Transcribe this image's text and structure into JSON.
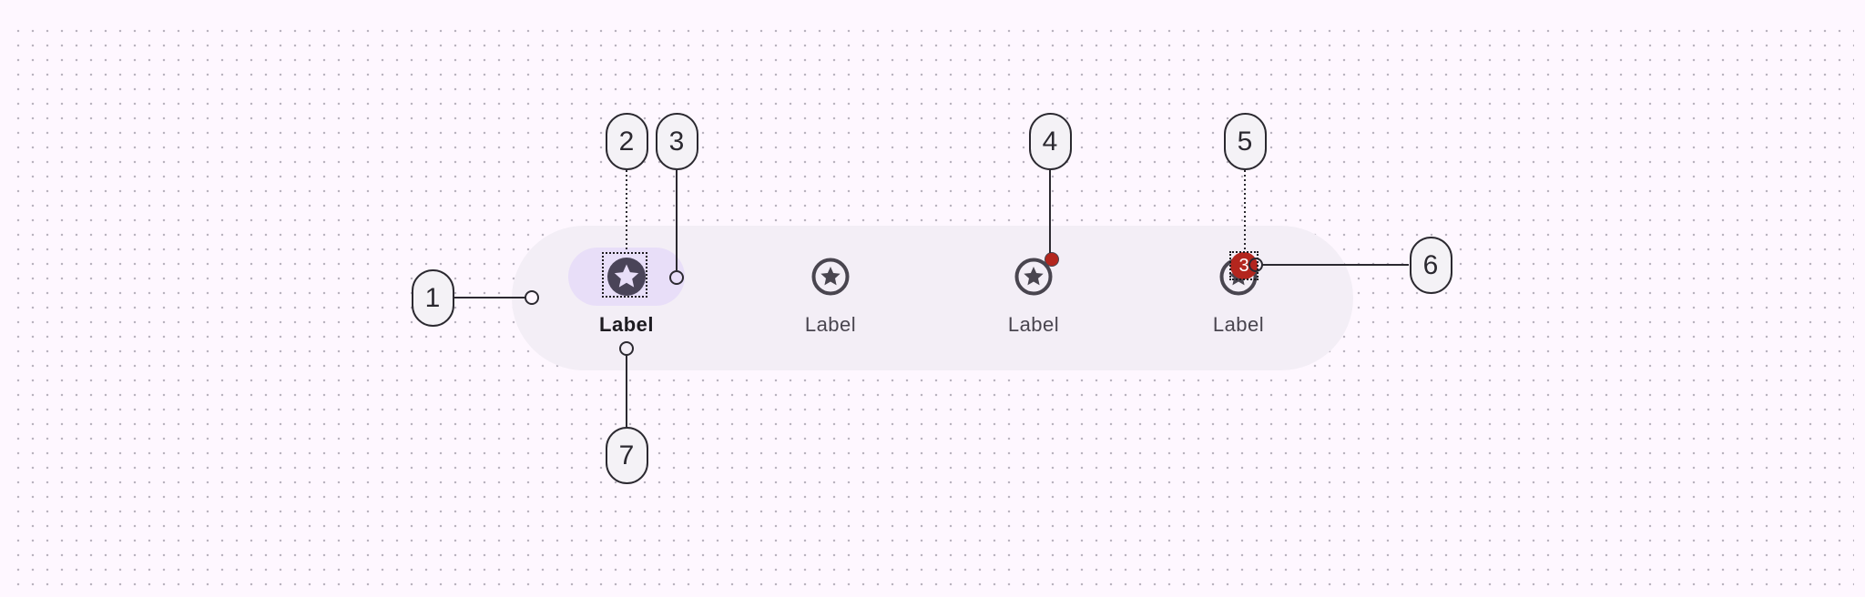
{
  "nav_bar": {
    "items": [
      {
        "label": "Label",
        "icon": "star-circle-icon",
        "active": true
      },
      {
        "label": "Label",
        "icon": "star-circle-icon",
        "active": false
      },
      {
        "label": "Label",
        "icon": "star-circle-icon",
        "active": false,
        "badge": "small"
      },
      {
        "label": "Label",
        "icon": "star-circle-icon",
        "active": false,
        "badge": "large",
        "badge_count": "3"
      }
    ]
  },
  "callouts": [
    "1",
    "2",
    "3",
    "4",
    "5",
    "6",
    "7"
  ],
  "colors": {
    "background": "#fef7ff",
    "container": "#f3eef6",
    "active_indicator": "#e8def8",
    "icon": "#49454f",
    "active_icon": "#4a4458",
    "badge": "#b3261e"
  }
}
